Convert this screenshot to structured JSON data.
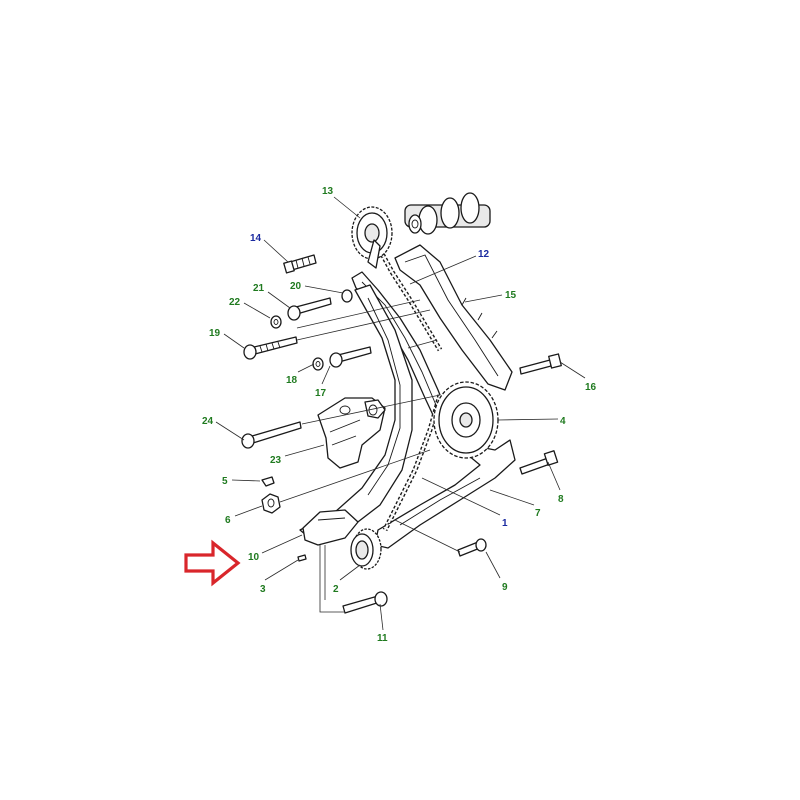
{
  "colors": {
    "label_green": "#1f7a1f",
    "label_blue": "#1a2aa0",
    "arrow": "#d9262b",
    "line": "#1a1a1a"
  },
  "callouts": [
    {
      "id": "13",
      "color": "green"
    },
    {
      "id": "14",
      "color": "blue"
    },
    {
      "id": "12",
      "color": "blue"
    },
    {
      "id": "20",
      "color": "green"
    },
    {
      "id": "21",
      "color": "green"
    },
    {
      "id": "22",
      "color": "green"
    },
    {
      "id": "15",
      "color": "green"
    },
    {
      "id": "19",
      "color": "green"
    },
    {
      "id": "16",
      "color": "green"
    },
    {
      "id": "18",
      "color": "green"
    },
    {
      "id": "17",
      "color": "green"
    },
    {
      "id": "4",
      "color": "green"
    },
    {
      "id": "24",
      "color": "green"
    },
    {
      "id": "23",
      "color": "green"
    },
    {
      "id": "5",
      "color": "green"
    },
    {
      "id": "8",
      "color": "green"
    },
    {
      "id": "6",
      "color": "green"
    },
    {
      "id": "7",
      "color": "green"
    },
    {
      "id": "1",
      "color": "blue"
    },
    {
      "id": "10",
      "color": "green"
    },
    {
      "id": "3",
      "color": "green"
    },
    {
      "id": "2",
      "color": "green"
    },
    {
      "id": "9",
      "color": "green"
    },
    {
      "id": "11",
      "color": "green"
    }
  ],
  "indicator": {
    "icon": "right-arrow-outline-icon",
    "points_to": "10"
  }
}
